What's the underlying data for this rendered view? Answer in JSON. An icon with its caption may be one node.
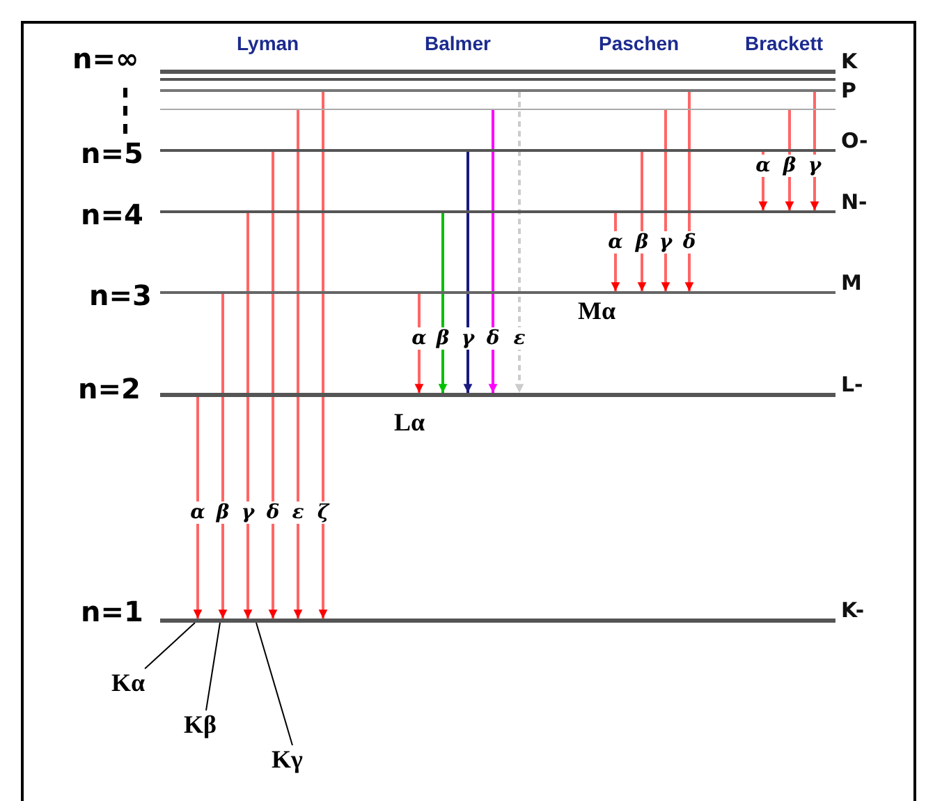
{
  "diagram": {
    "nodes": [
      {
        "text": [],
        "shape": "bar",
        "beside": [
          "n=∞",
          "K"
        ]
      },
      {
        "text": [],
        "shape": "bar",
        "beside": [
          "P"
        ]
      },
      {
        "text": [],
        "shape": "bar"
      },
      {
        "text": [],
        "shape": "bar",
        "beside": [
          "n=5",
          "O-"
        ]
      },
      {
        "text": [],
        "shape": "bar",
        "beside": [
          "n=4",
          "N-"
        ]
      },
      {
        "text": [],
        "shape": "bar",
        "beside": [
          "n=3",
          "M"
        ]
      },
      {
        "text": [],
        "shape": "bar",
        "beside": [
          "n=2",
          "L-"
        ]
      },
      {
        "text": [],
        "shape": "bar",
        "beside": [
          "n=1",
          "K-"
        ]
      },
      {
        "text": [
          "Kα"
        ]
      },
      {
        "text": [
          "Kβ"
        ]
      },
      {
        "text": [
          "Kγ"
        ]
      }
    ],
    "edges": [
      {
        "from": 6,
        "to": 7,
        "arrow": "to",
        "label": "α"
      },
      {
        "from": 5,
        "to": 7,
        "arrow": "to",
        "label": "β"
      },
      {
        "from": 4,
        "to": 7,
        "arrow": "to",
        "label": "γ"
      },
      {
        "from": 3,
        "to": 7,
        "arrow": "to",
        "label": "δ"
      },
      {
        "from": 2,
        "to": 7,
        "arrow": "to",
        "label": "ε"
      },
      {
        "from": 1,
        "to": 7,
        "arrow": "to",
        "label": "ζ"
      },
      {
        "from": 5,
        "to": 6,
        "arrow": "to",
        "label": "α"
      },
      {
        "from": 4,
        "to": 6,
        "arrow": "to",
        "label": "β",
        "color": "#00c000"
      },
      {
        "from": 3,
        "to": 6,
        "arrow": "to",
        "label": "γ",
        "color": "#1a1a80"
      },
      {
        "from": 2,
        "to": 6,
        "arrow": "to",
        "label": "δ",
        "color": "#ff00ff"
      },
      {
        "from": 1,
        "to": 6,
        "arrow": "to",
        "label": "ε",
        "style": "dashed",
        "color": "#cccccc"
      },
      {
        "from": 4,
        "to": 5,
        "arrow": "to",
        "label": "α"
      },
      {
        "from": 3,
        "to": 5,
        "arrow": "to",
        "label": "β"
      },
      {
        "from": 2,
        "to": 5,
        "arrow": "to",
        "label": "γ"
      },
      {
        "from": 1,
        "to": 5,
        "arrow": "to",
        "label": "δ"
      },
      {
        "from": 3,
        "to": 4,
        "arrow": "to",
        "label": "α"
      },
      {
        "from": 2,
        "to": 4,
        "arrow": "to",
        "label": "β"
      },
      {
        "from": 1,
        "to": 4,
        "arrow": "to",
        "label": "γ"
      },
      {
        "from": 8,
        "to": 7,
        "arrow": "none",
        "color": "#000000"
      },
      {
        "from": 9,
        "to": 7,
        "arrow": "none",
        "color": "#000000"
      },
      {
        "from": 10,
        "to": 7,
        "arrow": "none",
        "color": "#000000"
      }
    ],
    "labels": [
      "Lyman",
      "Balmer",
      "Paschen",
      "Brackett",
      "Lα",
      "Mα"
    ]
  }
}
